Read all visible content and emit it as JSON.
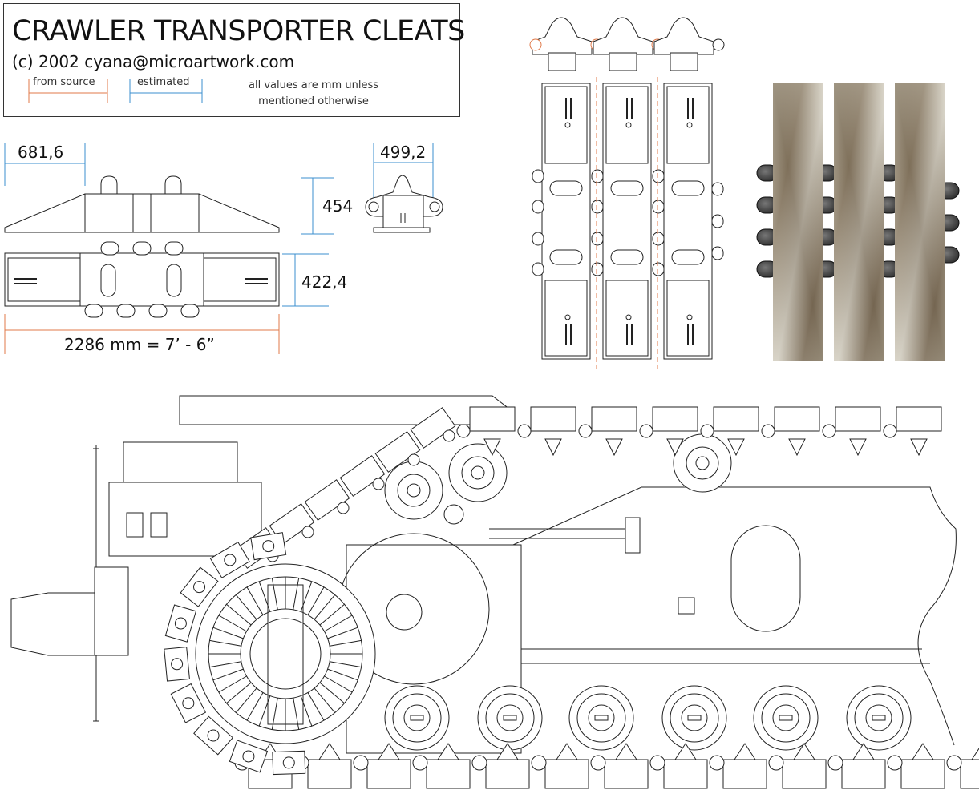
{
  "header": {
    "title": "CRAWLER TRANSPORTER CLEATS",
    "copyright": "(c) 2002 cyana@microartwork.com",
    "legend_source": "from source",
    "legend_estimated": "estimated",
    "note_line1": "all values are mm unless",
    "note_line2": "mentioned otherwise"
  },
  "dimensions": {
    "d681": "681,6",
    "d499": "499,2",
    "d454": "454",
    "d422": "422,4",
    "total": "2286 mm = 7’ - 6”"
  },
  "colors": {
    "source": "#e07a4a",
    "estimated": "#3b8fcf",
    "line": "#222222",
    "rust_light": "#d8d4c6",
    "rust_dark": "#7a6a55"
  }
}
